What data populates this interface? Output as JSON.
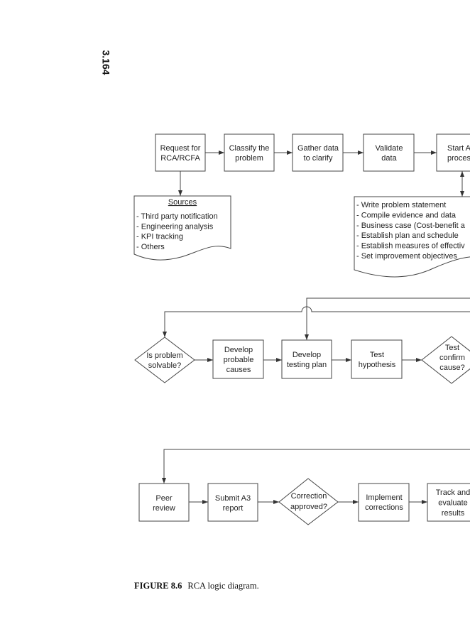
{
  "page_number": "3.164",
  "top_row": [
    {
      "lines": [
        "Request for",
        "RCA/RCFA"
      ]
    },
    {
      "lines": [
        "Classify the",
        "problem"
      ]
    },
    {
      "lines": [
        "Gather data",
        "to clarify"
      ]
    },
    {
      "lines": [
        "Validate",
        "data"
      ]
    },
    {
      "lines": [
        "Start A",
        "proces"
      ]
    }
  ],
  "sources": {
    "heading": "Sources",
    "items": [
      "- Third party notification",
      "- Engineering analysis",
      "- KPI tracking",
      "- Others"
    ]
  },
  "start_tasks": {
    "items": [
      "- Write problem statement",
      "- Compile evidence and data",
      "- Business case (Cost-benefit a",
      "- Establish plan and schedule",
      "- Establish measures of effectiv",
      "- Set improvement objectives"
    ]
  },
  "middle_row": [
    {
      "lines": [
        "Is problem",
        "solvable?"
      ]
    },
    {
      "lines": [
        "Develop",
        "probable",
        "causes"
      ]
    },
    {
      "lines": [
        "Develop",
        "testing plan"
      ]
    },
    {
      "lines": [
        "Test",
        "hypothesis"
      ]
    },
    {
      "lines": [
        "Test",
        "confirm",
        "cause?"
      ]
    }
  ],
  "bottom_row": [
    {
      "lines": [
        "Peer",
        "review"
      ]
    },
    {
      "lines": [
        "Submit A3",
        "report"
      ]
    },
    {
      "lines": [
        "Correction",
        "approved?"
      ]
    },
    {
      "lines": [
        "Implement",
        "corrections"
      ]
    },
    {
      "lines": [
        "Track and",
        "evaluate",
        "results"
      ]
    }
  ],
  "caption": {
    "label": "FIGURE 8.6",
    "text": "RCA logic diagram."
  }
}
